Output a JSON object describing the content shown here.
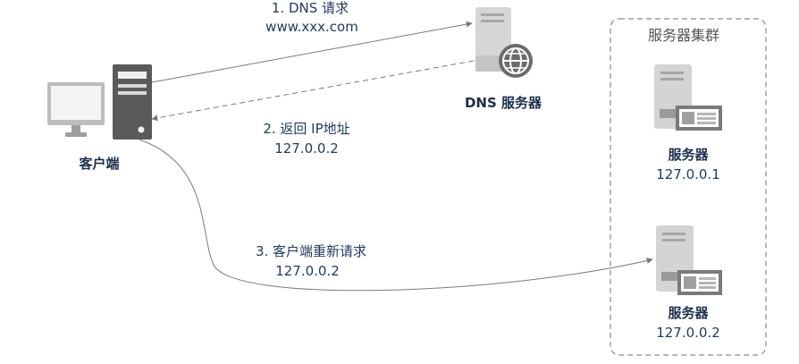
{
  "client": {
    "label": "客户端"
  },
  "dns_server": {
    "label": "DNS 服务器"
  },
  "cluster": {
    "title": "服务器集群",
    "servers": [
      {
        "name": "服务器",
        "ip": "127.0.0.1"
      },
      {
        "name": "服务器",
        "ip": "127.0.0.2"
      }
    ]
  },
  "steps": [
    {
      "line1": "1. DNS 请求",
      "line2": "www.xxx.com"
    },
    {
      "line1": "2. 返回 IP地址",
      "line2": "127.0.0.2"
    },
    {
      "line1": "3. 客户端重新请求",
      "line2": "127.0.0.2"
    }
  ],
  "colors": {
    "device_fill": "#cfcfcf",
    "device_dark": "#6d6d6d",
    "tower_fill": "#5a5a5a",
    "text": "#1f3a5f",
    "line": "#7a7a7a",
    "cluster_border": "#8a8a8a"
  }
}
